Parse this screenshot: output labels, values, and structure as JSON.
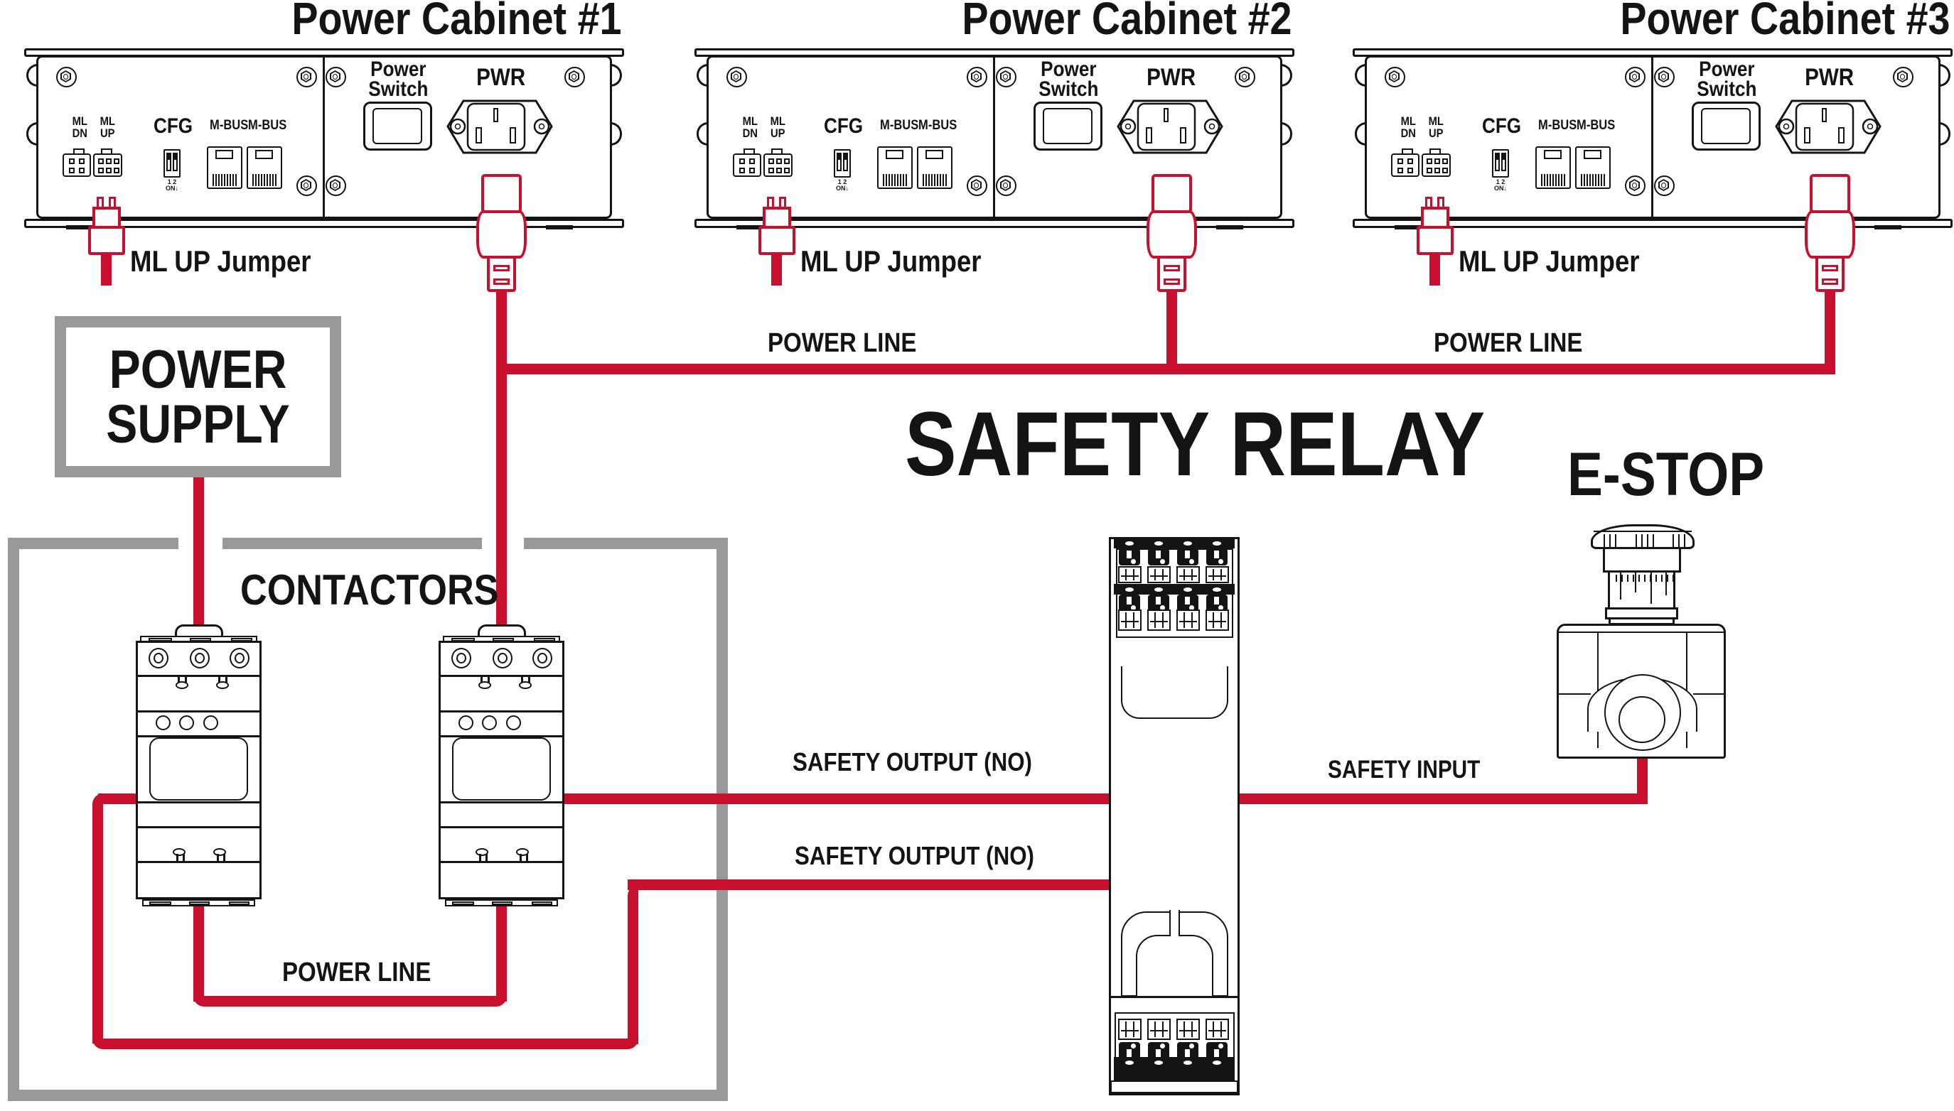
{
  "colors": {
    "wire_red": "#C8102E",
    "enclosure_gray": "#97999B",
    "ink_black": "#141414"
  },
  "cabinets": [
    {
      "title": "Power Cabinet #1",
      "ml_dn_l1": "ML",
      "ml_dn_l2": "DN",
      "ml_up_l1": "ML",
      "ml_up_l2": "UP",
      "cfg": "CFG",
      "dip_row": "1 2",
      "dip_on": "ON↓",
      "mbus1": "M-BUS",
      "mbus2": "M-BUS",
      "power_switch_l1": "Power",
      "power_switch_l2": "Switch",
      "pwr": "PWR",
      "jumper_label": "ML UP Jumper"
    },
    {
      "title": "Power Cabinet #2",
      "ml_dn_l1": "ML",
      "ml_dn_l2": "DN",
      "ml_up_l1": "ML",
      "ml_up_l2": "UP",
      "cfg": "CFG",
      "dip_row": "1 2",
      "dip_on": "ON↓",
      "mbus1": "M-BUS",
      "mbus2": "M-BUS",
      "power_switch_l1": "Power",
      "power_switch_l2": "Switch",
      "pwr": "PWR",
      "jumper_label": "ML UP Jumper"
    },
    {
      "title": "Power Cabinet #3",
      "ml_dn_l1": "ML",
      "ml_dn_l2": "DN",
      "ml_up_l1": "ML",
      "ml_up_l2": "UP",
      "cfg": "CFG",
      "dip_row": "1 2",
      "dip_on": "ON↓",
      "mbus1": "M-BUS",
      "mbus2": "M-BUS",
      "power_switch_l1": "Power",
      "power_switch_l2": "Switch",
      "pwr": "PWR",
      "jumper_label": "ML UP Jumper"
    }
  ],
  "power_supply": {
    "line1": "POWER",
    "line2": "SUPPLY"
  },
  "contactors_label": "CONTACTORS",
  "safety_relay_label": "SAFETY RELAY",
  "estop_label": "E-STOP",
  "power_line_labels": {
    "top_left": "POWER LINE",
    "top_right": "POWER LINE",
    "bottom": "POWER LINE"
  },
  "safety_labels": {
    "output_1": "SAFETY OUTPUT (NO)",
    "output_2": "SAFETY OUTPUT (NO)",
    "input": "SAFETY INPUT"
  }
}
